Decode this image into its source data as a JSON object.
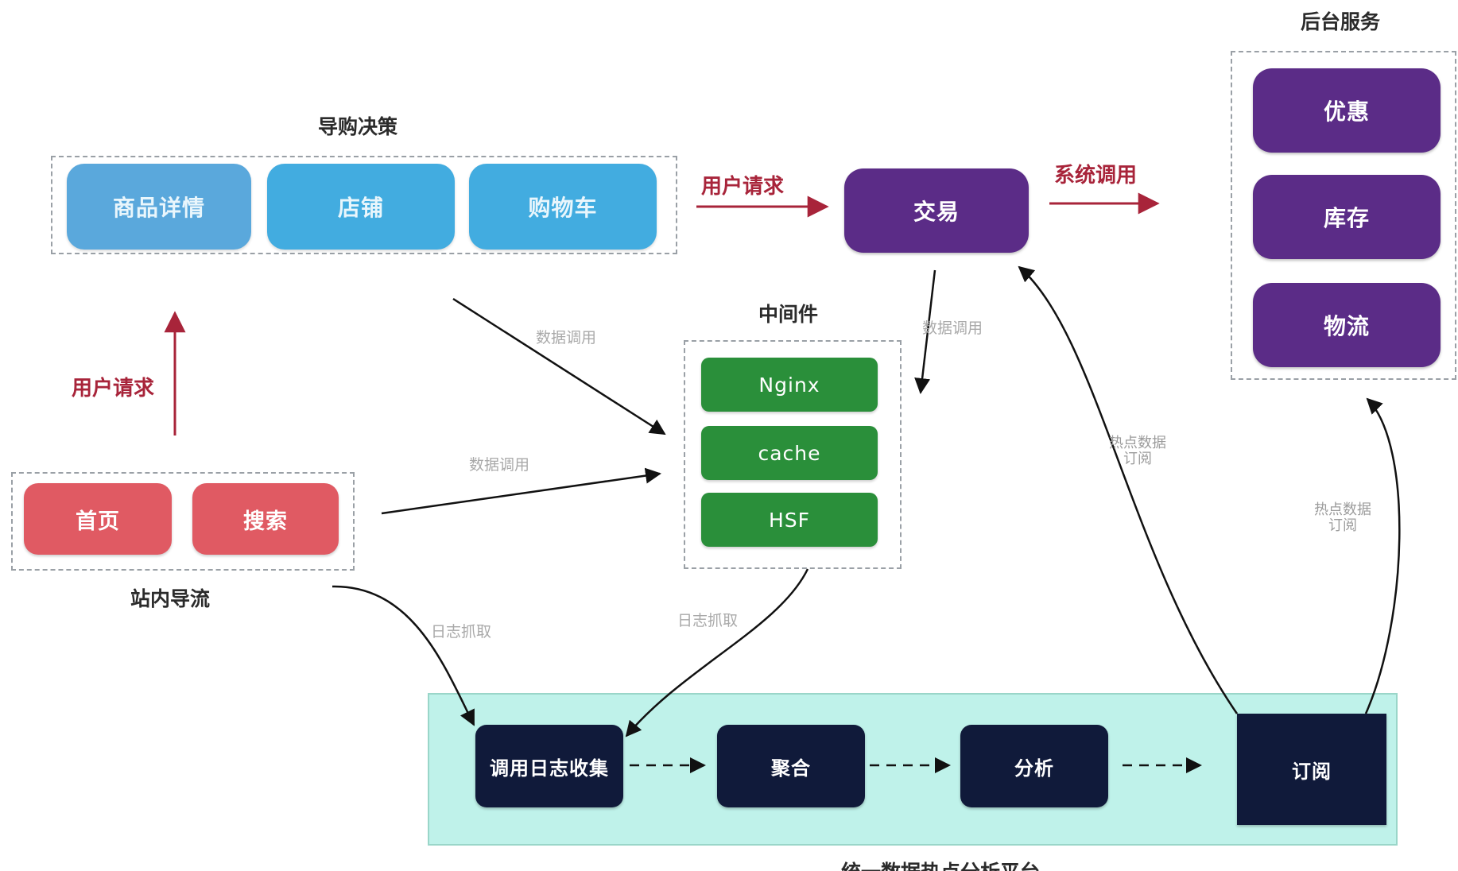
{
  "groups": {
    "guide": {
      "title": "导购决策",
      "items": [
        "商品详情",
        "店铺",
        "购物车"
      ]
    },
    "traffic": {
      "title": "站内导流",
      "items": [
        "首页",
        "搜索"
      ]
    },
    "middleware": {
      "title": "中间件",
      "items": [
        "Nginx",
        "cache",
        "HSF"
      ]
    },
    "backend": {
      "title": "后台服务",
      "items": [
        "优惠",
        "库存",
        "物流"
      ]
    },
    "platform": {
      "title": "统一数据热点分析平台",
      "items": [
        "调用日志收集",
        "聚合",
        "分析",
        "订阅"
      ]
    }
  },
  "trade": "交易",
  "edge_labels": {
    "user_request_top": "用户请求",
    "user_request_left": "用户请求",
    "system_call": "系统调用",
    "data_call_1": "数据调用",
    "data_call_2": "数据调用",
    "data_call_3": "数据调用",
    "log_fetch_1": "日志抓取",
    "log_fetch_2": "日志抓取",
    "hot_sub_1_line1": "热点数据",
    "hot_sub_1_line2": "订阅",
    "hot_sub_2_line1": "热点数据",
    "hot_sub_2_line2": "订阅"
  },
  "colors": {
    "guide_blue": "#42ace0",
    "traffic_red": "#e05a63",
    "service_purple": "#5b2c87",
    "middleware_green": "#2a8f3a",
    "platform_navy": "#101a3a",
    "platform_bg": "#bff2ea",
    "request_arrow": "#a8243a"
  }
}
